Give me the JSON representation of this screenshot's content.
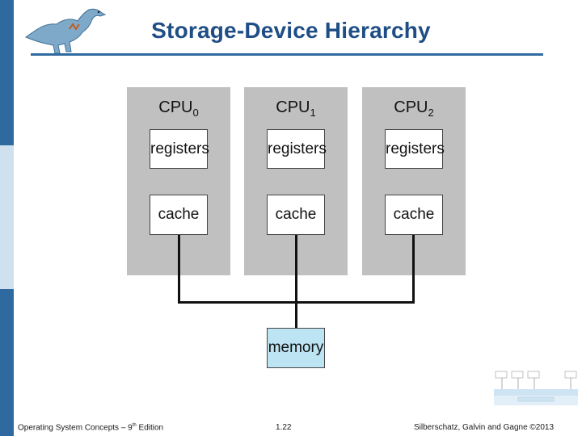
{
  "slide": {
    "title": "Storage-Device Hierarchy"
  },
  "diagram": {
    "cpus": [
      {
        "name": "CPU",
        "index": "0",
        "registers": "registers",
        "cache": "cache"
      },
      {
        "name": "CPU",
        "index": "1",
        "registers": "registers",
        "cache": "cache"
      },
      {
        "name": "CPU",
        "index": "2",
        "registers": "registers",
        "cache": "cache"
      }
    ],
    "memory": "memory"
  },
  "footer": {
    "left_prefix": "Operating System Concepts – 9",
    "left_sup": "th",
    "left_suffix": " Edition",
    "page": "1.22",
    "right": "Silberschatz, Galvin and Gagne ©2013"
  },
  "colors": {
    "accent": "#2e6aa0",
    "title": "#1f4e85",
    "cpu_panel": "#c0c0c0",
    "memory_box": "#bde4f2"
  },
  "icons": {
    "logo": "dinosaur-logo",
    "thumbnail": "slide-thumbnail-diagram"
  }
}
